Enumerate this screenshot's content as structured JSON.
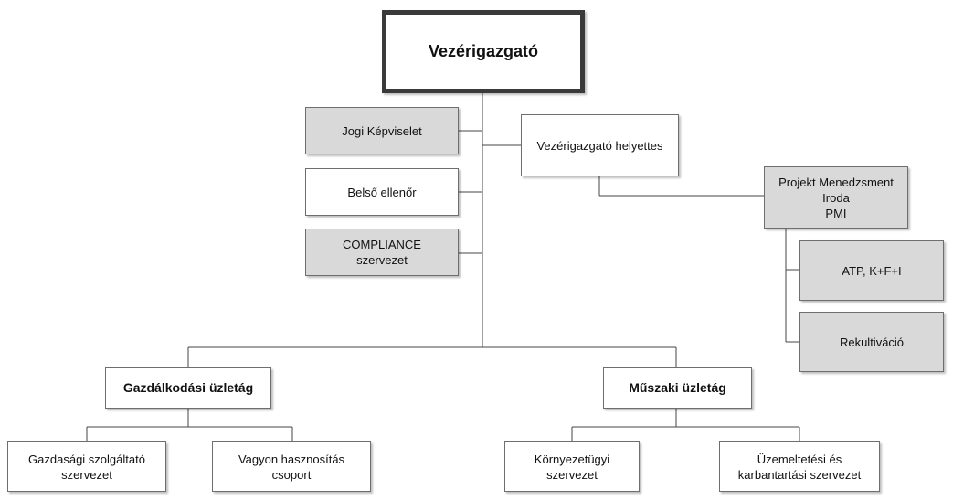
{
  "org": {
    "ceo": "Vezérigazgató",
    "legal": "Jogi Képviselet",
    "internal_audit": "Belső ellenőr",
    "compliance": "COMPLIANCE\nszervezet",
    "deputy": "Vezérigazgató helyettes",
    "pmo": "Projekt Menedzsment\nIroda\nPMI",
    "atp": "ATP, K+F+I",
    "recultivation": "Rekultiváció",
    "economic_division": "Gazdálkodási üzletág",
    "technical_division": "Műszaki üzletág",
    "economic_services": "Gazdasági szolgáltató\nszervezet",
    "asset_utilization": "Vagyon hasznosítás\ncsoport",
    "environmental": "Környezetügyi\nszervezet",
    "operations_maintenance": "Üzemeltetési és\nkarbantartási szervezet"
  },
  "colors": {
    "staff_fill": "#d9d9d9",
    "box_fill": "#ffffff",
    "line": "#444444"
  }
}
